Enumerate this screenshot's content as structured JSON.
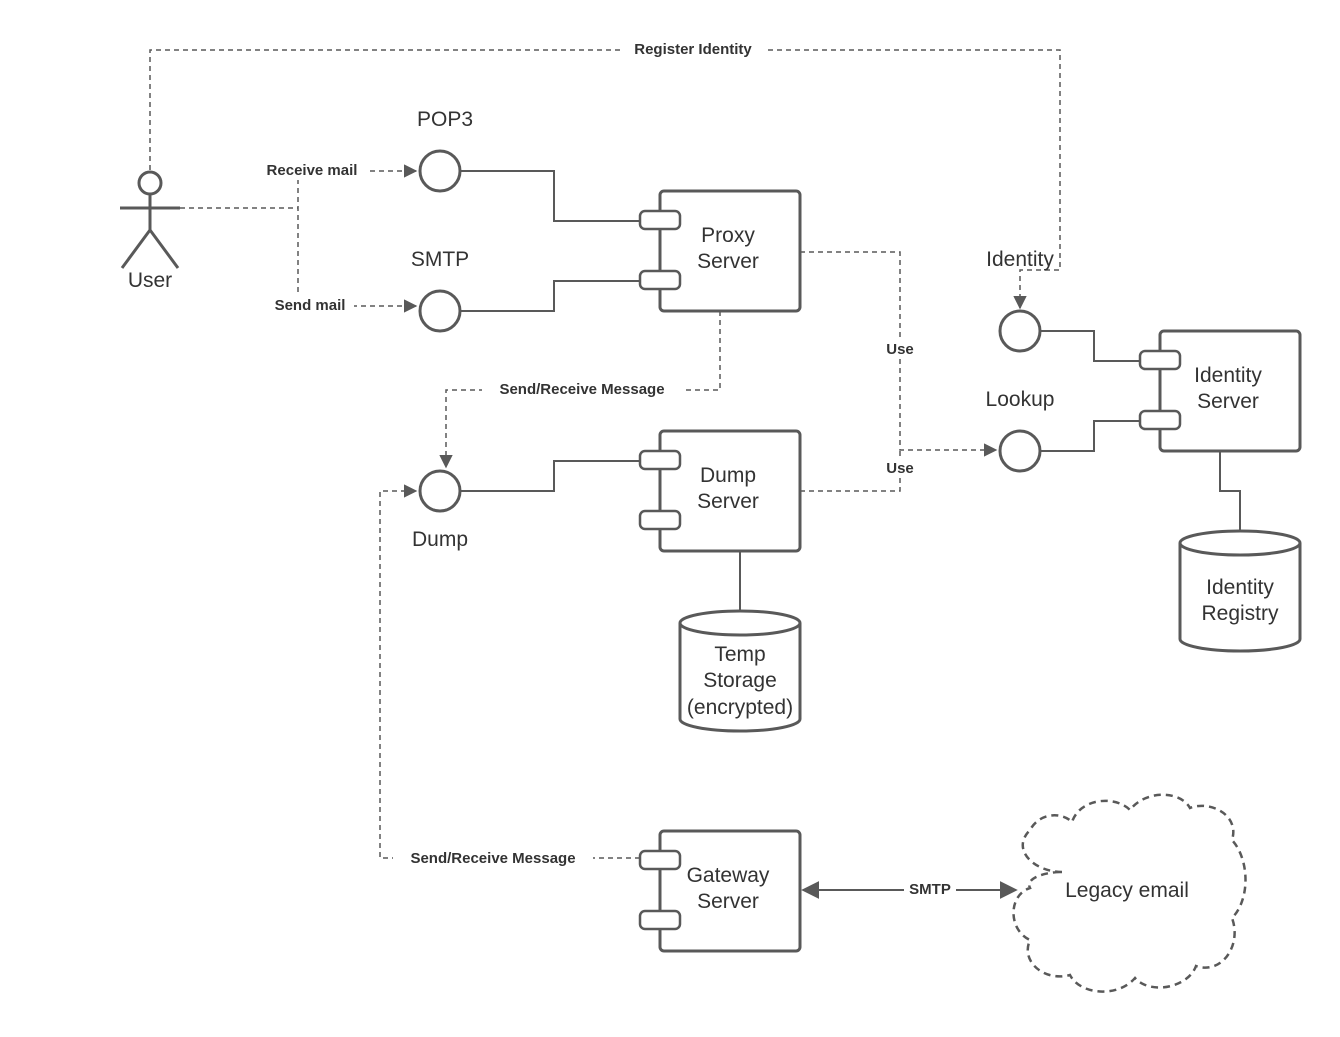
{
  "actor": {
    "label": "User"
  },
  "interfaces": {
    "pop3": "POP3",
    "smtp": "SMTP",
    "dump": "Dump",
    "identity": "Identity",
    "lookup": "Lookup"
  },
  "components": {
    "proxy": [
      "Proxy",
      "Server"
    ],
    "dump": [
      "Dump",
      "Server"
    ],
    "identity": [
      "Identity",
      "Server"
    ],
    "gateway": [
      "Gateway",
      "Server"
    ]
  },
  "stores": {
    "temp": [
      "Temp",
      "Storage",
      "(encrypted)"
    ],
    "registry": [
      "Identity",
      "Registry"
    ]
  },
  "external": {
    "legacy": "Legacy email"
  },
  "edges": {
    "register_identity": "Register Identity",
    "receive_mail": "Receive mail",
    "send_mail": "Send mail",
    "send_receive_proxy": "Send/Receive Message",
    "use_proxy": "Use",
    "use_dump": "Use",
    "send_receive_gateway": "Send/Receive Message",
    "smtp_legacy": "SMTP"
  }
}
